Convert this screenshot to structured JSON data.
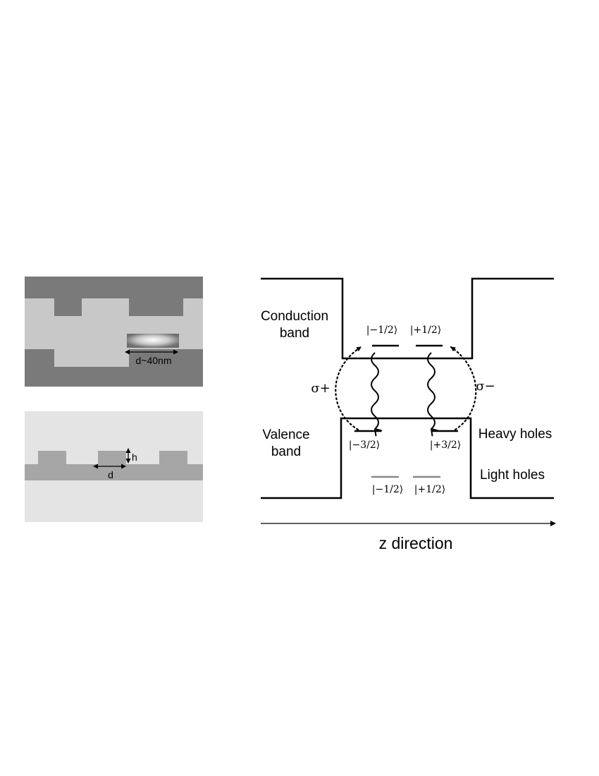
{
  "quantum_dot_panel": {
    "size_label": "d~40nm"
  },
  "grating_panel": {
    "height_label": "h",
    "period_label": "d"
  },
  "band_diagram": {
    "conduction_label_line1": "Conduction",
    "conduction_label_line2": "band",
    "valence_label_line1": "Valence",
    "valence_label_line2": "band",
    "heavy_holes_label": "Heavy holes",
    "light_holes_label": "Light holes",
    "axis_label": "z direction",
    "sigma_plus_label": "σ+",
    "sigma_minus_label": "σ−",
    "electron_states": [
      "|−1/2⟩",
      "|+1/2⟩"
    ],
    "heavy_hole_states": [
      "|−3/2⟩",
      "|+3/2⟩"
    ],
    "light_hole_states": [
      "|−1/2⟩",
      "|+1/2⟩"
    ]
  },
  "colors": {
    "dark_gray": "#7a7a7a",
    "mid_gray": "#a6a6a6",
    "light_gray": "#c8c8c8",
    "pale_gray": "#e4e4e4",
    "light_hole_line": "#888888"
  }
}
